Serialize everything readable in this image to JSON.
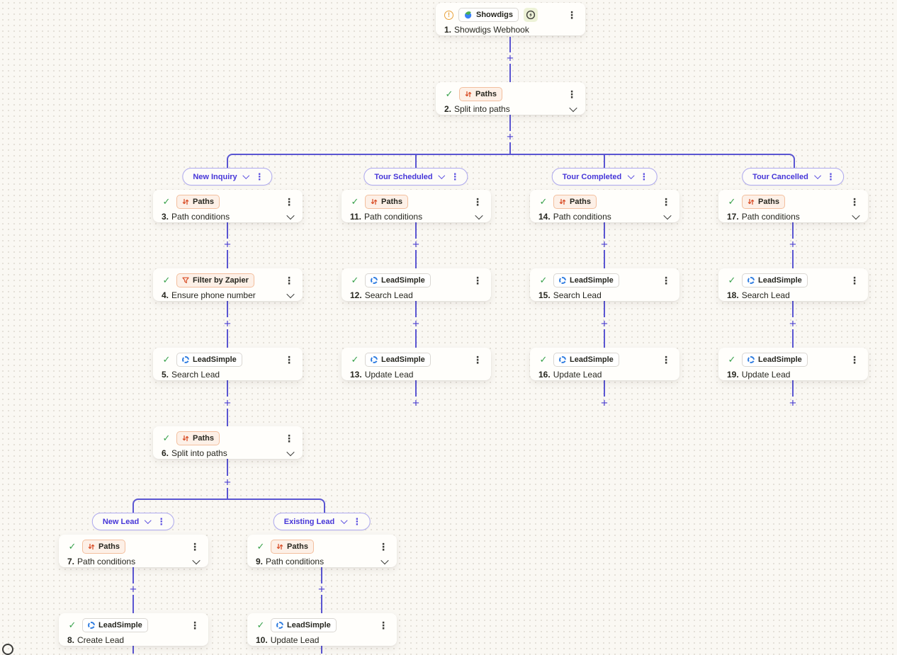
{
  "ui": {
    "add_label": "+"
  },
  "icons": {
    "kebab": "⋮",
    "check": "✓",
    "warning": "!"
  },
  "colors": {
    "canvas_bg": "#faf8f3",
    "card_bg": "#fffefb",
    "accent_indigo": "#4c40d0",
    "connector": "#5a55d2",
    "pill_border": "#aea9ef",
    "pill_text": "#4636d8",
    "badge_orange_bg": "#fdf0e7",
    "badge_orange_border": "#f3bf9e",
    "icon_orange": "#d9502a",
    "leadsimple_blue": "#2e7ce0",
    "check_green": "#3aa24c",
    "warning_orange": "#e8a23c"
  },
  "nodes": [
    {
      "num": "1.",
      "title": "Showdigs Webhook",
      "app": "Showdigs"
    },
    {
      "num": "2.",
      "title": "Split into paths",
      "app": "Paths"
    },
    {
      "num": "3.",
      "title": "Path conditions",
      "app": "Paths"
    },
    {
      "num": "4.",
      "title": "Ensure phone number",
      "app": "Filter by Zapier"
    },
    {
      "num": "5.",
      "title": "Search Lead",
      "app": "LeadSimple"
    },
    {
      "num": "6.",
      "title": "Split into paths",
      "app": "Paths"
    },
    {
      "num": "7.",
      "title": "Path conditions",
      "app": "Paths"
    },
    {
      "num": "8.",
      "title": "Create Lead",
      "app": "LeadSimple"
    },
    {
      "num": "9.",
      "title": "Path conditions",
      "app": "Paths"
    },
    {
      "num": "10.",
      "title": "Update Lead",
      "app": "LeadSimple"
    },
    {
      "num": "11.",
      "title": "Path conditions",
      "app": "Paths"
    },
    {
      "num": "12.",
      "title": "Search Lead",
      "app": "LeadSimple"
    },
    {
      "num": "13.",
      "title": "Update Lead",
      "app": "LeadSimple"
    },
    {
      "num": "14.",
      "title": "Path conditions",
      "app": "Paths"
    },
    {
      "num": "15.",
      "title": "Search Lead",
      "app": "LeadSimple"
    },
    {
      "num": "16.",
      "title": "Update Lead",
      "app": "LeadSimple"
    },
    {
      "num": "17.",
      "title": "Path conditions",
      "app": "Paths"
    },
    {
      "num": "18.",
      "title": "Search Lead",
      "app": "LeadSimple"
    },
    {
      "num": "19.",
      "title": "Update Lead",
      "app": "LeadSimple"
    }
  ],
  "pills": [
    {
      "label": "New Inquiry"
    },
    {
      "label": "Tour Scheduled"
    },
    {
      "label": "Tour Completed"
    },
    {
      "label": "Tour Cancelled"
    },
    {
      "label": "New Lead"
    },
    {
      "label": "Existing Lead"
    }
  ]
}
